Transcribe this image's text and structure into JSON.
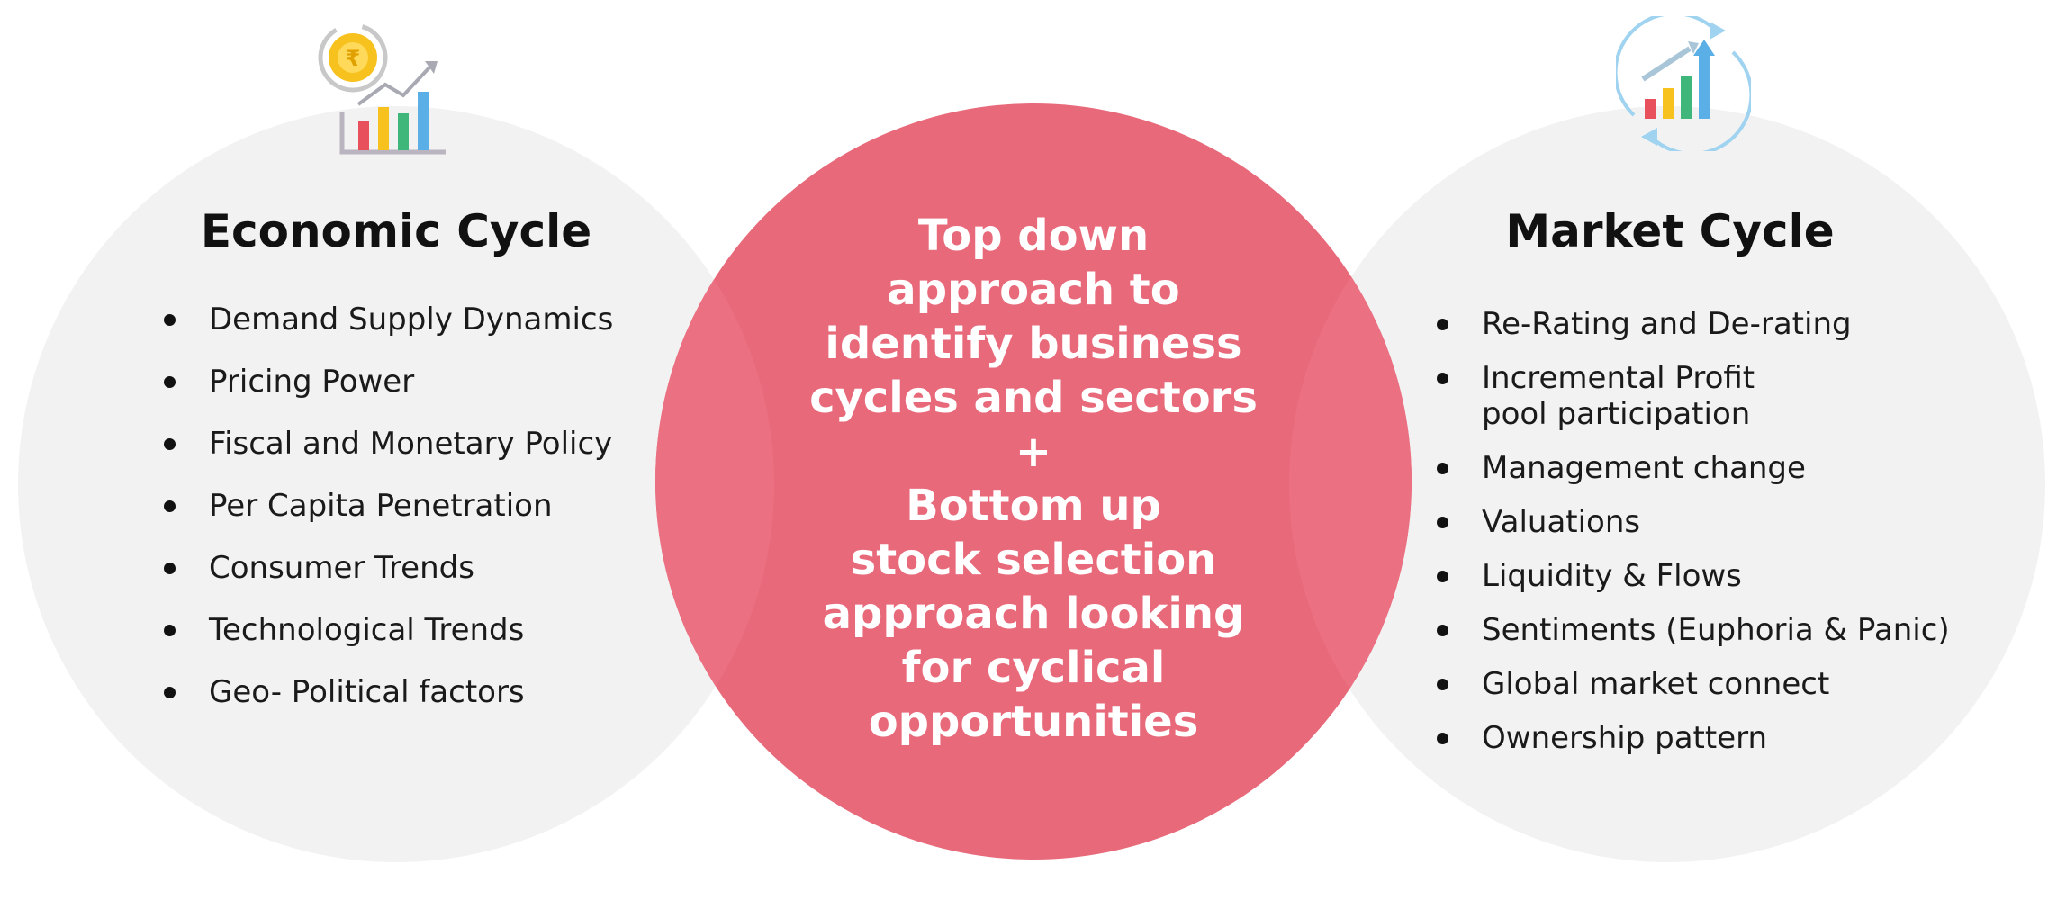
{
  "colors": {
    "left_circle": "#f2f2f2",
    "right_circle": "#f2f2f2",
    "center_circle": "#e8697a",
    "overlap": "#eb7082",
    "center_text": "#ffffff"
  },
  "economic_cycle": {
    "icon": "coin-bar-chart-icon",
    "title": "Economic Cycle",
    "items": [
      "Demand Supply Dynamics",
      "Pricing Power",
      "Fiscal and Monetary Policy",
      "Per Capita Penetration",
      "Consumer Trends",
      "Technological Trends",
      "Geo- Political factors"
    ]
  },
  "center": {
    "lines": [
      "Top down",
      "approach to",
      "identify business",
      "cycles and sectors",
      "+",
      "Bottom up",
      "stock selection",
      "approach looking",
      "for cyclical",
      "opportunities"
    ]
  },
  "market_cycle": {
    "icon": "growth-cycle-chart-icon",
    "title": "Market Cycle",
    "items": [
      "Re-Rating and De-rating",
      "Incremental Profit",
      "pool participation",
      "Management change",
      "Valuations",
      "Liquidity & Flows",
      "Sentiments (Euphoria & Panic)",
      "Global market connect",
      "Ownership pattern"
    ]
  }
}
